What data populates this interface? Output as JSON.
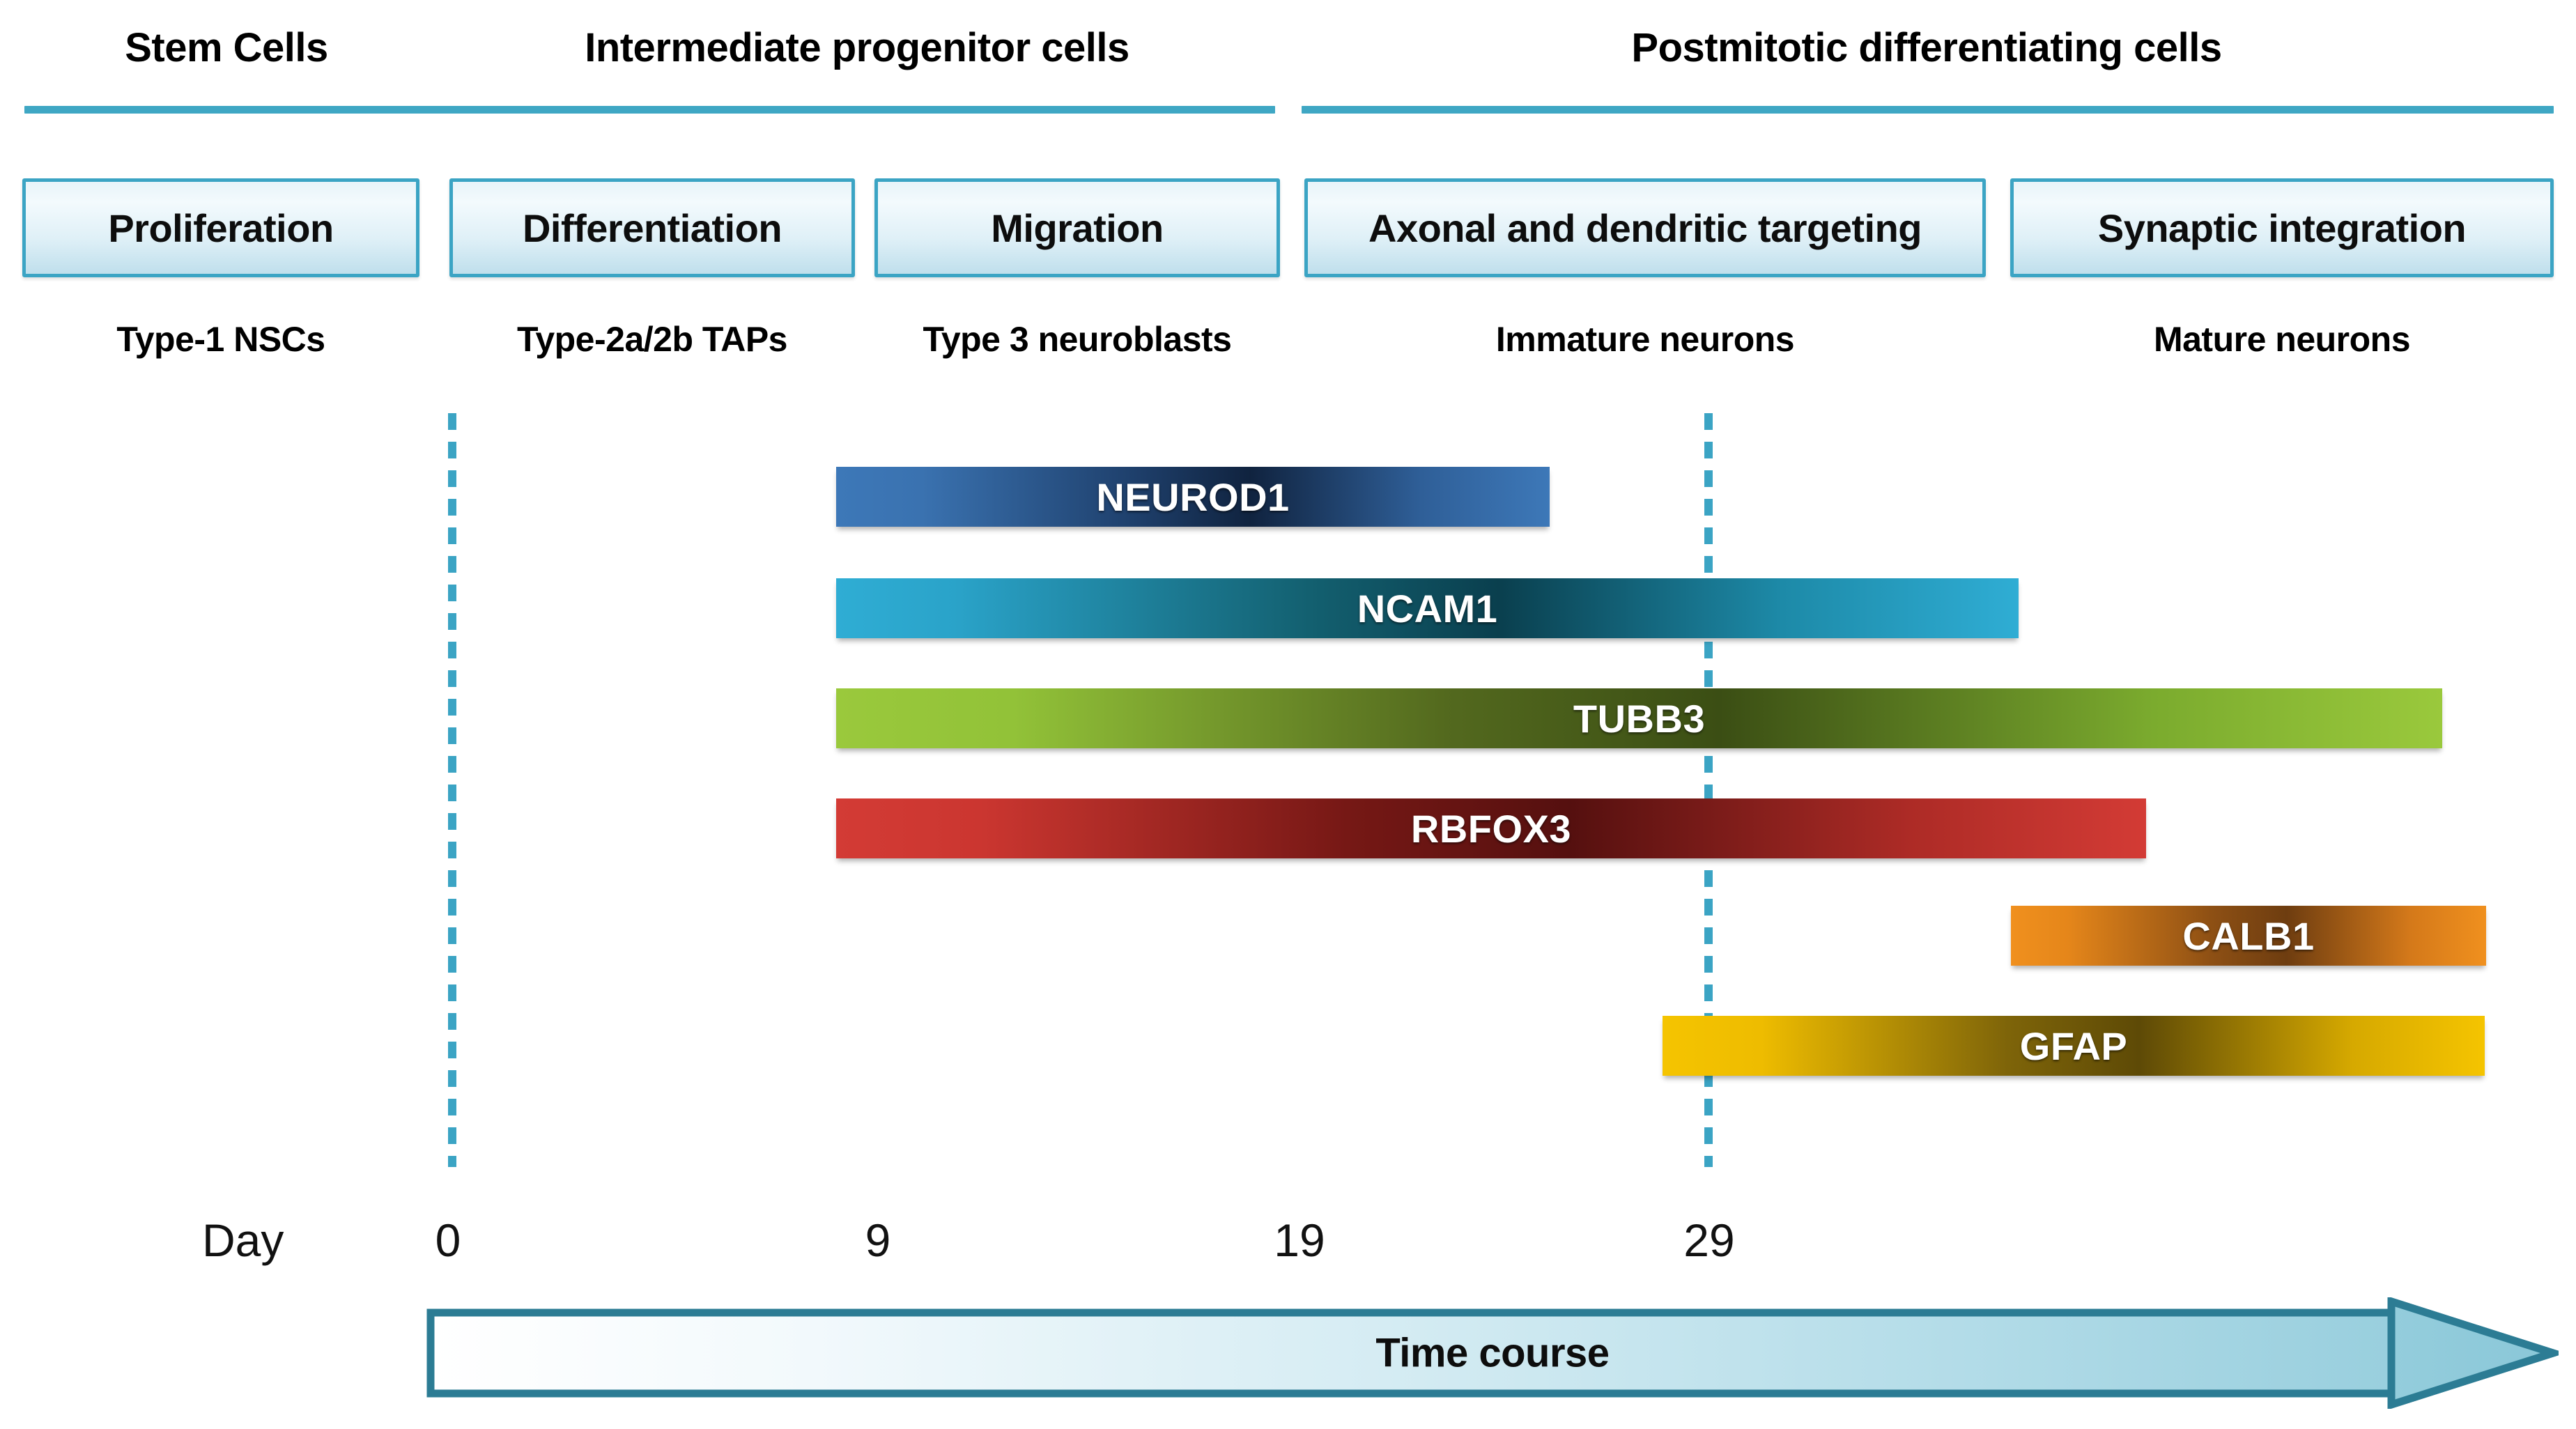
{
  "figure": {
    "title": "Adult hippocampal neurogenesis timeline",
    "accent_color": "#3ba4c4",
    "arrow_fill": "#8fcada",
    "arrow_stroke": "#2c7c94"
  },
  "phases": [
    {
      "label": "Stem Cells"
    },
    {
      "label": "Intermediate progenitor cells"
    },
    {
      "label": "Postmitotic differentiating cells"
    }
  ],
  "stages": [
    {
      "label": "Proliferation"
    },
    {
      "label": "Differentiation"
    },
    {
      "label": "Migration"
    },
    {
      "label": "Axonal and dendritic targeting"
    },
    {
      "label": "Synaptic integration"
    }
  ],
  "cell_types": [
    {
      "label": "Type-1 NSCs"
    },
    {
      "label": "Type-2a/2b TAPs"
    },
    {
      "label": "Type 3 neuroblasts"
    },
    {
      "label": "Immature neurons"
    },
    {
      "label": "Mature neurons"
    }
  ],
  "axis": {
    "day_word": "Day",
    "ticks": [
      "0",
      "9",
      "19",
      "29"
    ],
    "guide_days": [
      0,
      29
    ]
  },
  "timecourse": {
    "label": "Time course"
  },
  "chart_data": {
    "type": "bar",
    "title": "Gene expression time course during adult neurogenesis",
    "xlabel": "Day",
    "ylabel": "",
    "x_ticks": [
      0,
      9,
      19,
      29
    ],
    "genes": [
      {
        "name": "NEUROD1",
        "start_day": 8,
        "end_day": 25,
        "color_edge": "#3d78b8",
        "color_center": "#10233f"
      },
      {
        "name": "NCAM1",
        "start_day": 8,
        "end_day": 33,
        "color_edge": "#2fadd4",
        "color_center": "#0a3f4e"
      },
      {
        "name": "TUBB3",
        "start_day": 8,
        "end_day": 40,
        "color_edge": "#9ac93c",
        "color_center": "#3b4e14"
      },
      {
        "name": "RBFOX3",
        "start_day": 8,
        "end_day": 36,
        "color_edge": "#d33b35",
        "color_center": "#55100f"
      },
      {
        "name": "CALB1",
        "start_day": 30,
        "end_day": 40,
        "color_edge": "#f0901e",
        "color_center": "#6e3d10"
      },
      {
        "name": "GFAP",
        "start_day": 28,
        "end_day": 40,
        "color_edge": "#f5c400",
        "color_center": "#5e4a06"
      }
    ]
  }
}
